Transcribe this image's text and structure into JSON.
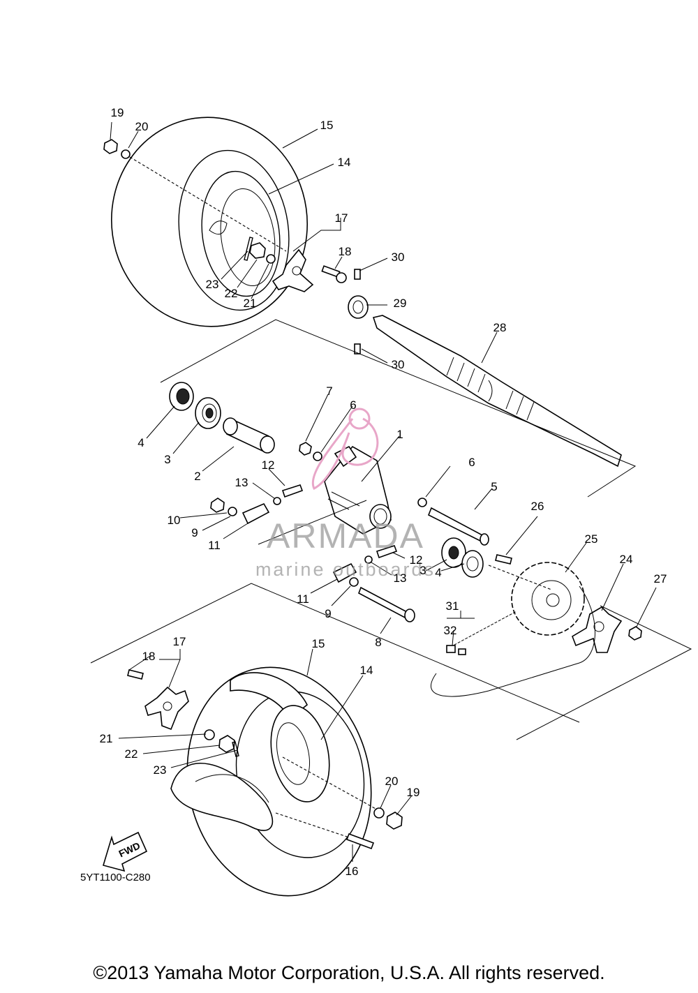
{
  "diagram": {
    "part_numbers": [
      "1",
      "2",
      "3",
      "3",
      "4",
      "4",
      "5",
      "6",
      "6",
      "7",
      "8",
      "9",
      "9",
      "10",
      "11",
      "11",
      "12",
      "12",
      "13",
      "13",
      "14",
      "14",
      "15",
      "15",
      "16",
      "17",
      "17",
      "18",
      "18",
      "19",
      "19",
      "20",
      "20",
      "21",
      "21",
      "22",
      "22",
      "23",
      "23",
      "24",
      "25",
      "26",
      "27",
      "28",
      "29",
      "30",
      "30",
      "31",
      "32"
    ],
    "drawing_code": "5YT1100-C280",
    "fwd_label": "FWD"
  },
  "watermark": {
    "brand": "ARMADA",
    "tagline": "marine outboards",
    "color": "#e8a6c8"
  },
  "footer": {
    "copyright": "©2013 Yamaha Motor Corporation, U.S.A. All rights reserved."
  }
}
